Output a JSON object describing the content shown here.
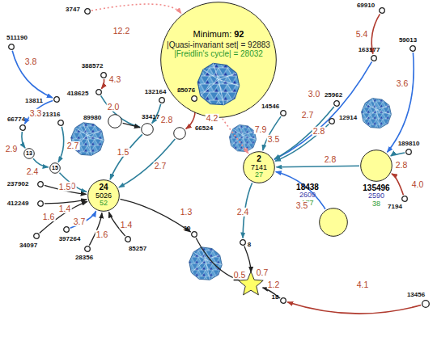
{
  "diagram": {
    "nodes": [
      {
        "text": [
          "3747"
        ]
      },
      {
        "text": [
          "Minimum:",
          "92",
          "|Quasi-invariant set| = 92883",
          "|Freidlin's cycle| = 28032"
        ]
      },
      {
        "text": [
          "69910"
        ]
      },
      {
        "text": [
          "163177"
        ]
      },
      {
        "text": [
          "59013"
        ]
      },
      {
        "text": [
          "511190"
        ]
      },
      {
        "text": [
          "388572"
        ]
      },
      {
        "text": [
          "13811"
        ]
      },
      {
        "text": [
          "418625"
        ]
      },
      {
        "text": [
          "132164"
        ]
      },
      {
        "text": [
          "85076"
        ]
      },
      {
        "text": [
          "14546"
        ]
      },
      {
        "text": [
          "25962"
        ]
      },
      {
        "text": [
          "12914"
        ]
      },
      {
        "text": [
          "89980"
        ]
      },
      {
        "text": [
          "33417"
        ]
      },
      {
        "text": [
          "66774"
        ]
      },
      {
        "text": [
          "321316"
        ]
      },
      {
        "text": [
          "66524"
        ]
      },
      {
        "text": [
          "13"
        ]
      },
      {
        "text": [
          "189810"
        ]
      },
      {
        "text": [
          "2",
          "7141",
          "27"
        ]
      },
      {
        "text": [
          "135496",
          "2590",
          "38"
        ]
      },
      {
        "text": [
          "15"
        ]
      },
      {
        "text": [
          "237902"
        ]
      },
      {
        "text": [
          "24",
          "5026",
          "52"
        ]
      },
      {
        "text": [
          "7194"
        ]
      },
      {
        "text": [
          "412249"
        ]
      },
      {
        "text": [
          "18438",
          "2609",
          "177"
        ]
      },
      {
        "text": [
          "397264"
        ]
      },
      {
        "text": [
          "30"
        ]
      },
      {
        "text": [
          "34097"
        ]
      },
      {
        "text": [
          "85257"
        ]
      },
      {
        "text": [
          "8"
        ]
      },
      {
        "text": [
          "28356"
        ]
      },
      {
        "text": []
      },
      {
        "text": [
          "18"
        ]
      },
      {
        "text": [
          "13456"
        ]
      }
    ],
    "edges": [
      {
        "from": 0,
        "to": 1,
        "label": "12.2",
        "arrow": "to"
      },
      {
        "from": 1,
        "to": 21,
        "label": "7.9",
        "arrow": "to"
      },
      {
        "from": 2,
        "to": 3,
        "label": "5.4",
        "arrow": "to"
      },
      {
        "from": 3,
        "to": 21,
        "label": "3.0",
        "arrow": "to"
      },
      {
        "from": 12,
        "to": 21,
        "label": "2.7",
        "arrow": "to"
      },
      {
        "from": 13,
        "to": 21,
        "label": "2.8",
        "arrow": "to"
      },
      {
        "from": 11,
        "to": 21,
        "label": "3.5",
        "arrow": "to"
      },
      {
        "from": 4,
        "to": 22,
        "label": "3.6",
        "arrow": "to"
      },
      {
        "from": 20,
        "to": 22,
        "label": "2.8",
        "arrow": "to"
      },
      {
        "from": 26,
        "to": 22,
        "label": "4.0",
        "arrow": "to"
      },
      {
        "from": 22,
        "to": 21,
        "label": "2.8",
        "arrow": "to"
      },
      {
        "from": 28,
        "to": 21,
        "label": "3.5",
        "arrow": "to"
      },
      {
        "from": 21,
        "to": 33,
        "label": "2.4",
        "arrow": "to"
      },
      {
        "from": 33,
        "to": 35,
        "label": "0.7",
        "arrow": "to"
      },
      {
        "from": 30,
        "to": 35,
        "label": "0.5",
        "arrow": "to"
      },
      {
        "from": 36,
        "to": 35,
        "label": "1.2",
        "arrow": "to"
      },
      {
        "from": 37,
        "to": 36,
        "label": "4.1",
        "arrow": "to"
      },
      {
        "from": 25,
        "to": 30,
        "label": "1.3",
        "arrow": "to"
      },
      {
        "from": 5,
        "to": 7,
        "label": "3.8",
        "arrow": "to"
      },
      {
        "from": 7,
        "to": 16,
        "label": "3.3",
        "arrow": "to"
      },
      {
        "from": 16,
        "to": 19,
        "label": "2.9",
        "arrow": "to"
      },
      {
        "from": 19,
        "to": 23,
        "label": "2.4",
        "arrow": "to"
      },
      {
        "from": 17,
        "to": 23,
        "label": "2.7",
        "arrow": "to"
      },
      {
        "from": 23,
        "to": 25,
        "label": "2.0",
        "arrow": "to"
      },
      {
        "from": 6,
        "to": 8,
        "label": "4.3",
        "arrow": "to"
      },
      {
        "from": 8,
        "to": 15,
        "label": "2.0",
        "arrow": "to"
      },
      {
        "from": 9,
        "to": 15,
        "label": "2.8",
        "arrow": "to"
      },
      {
        "from": 14,
        "to": 15,
        "arrow": "to"
      },
      {
        "from": 15,
        "to": 25,
        "label": "1.5",
        "arrow": "to"
      },
      {
        "from": 10,
        "to": 18,
        "label": "4.2",
        "arrow": "to"
      },
      {
        "from": 18,
        "to": 25,
        "label": "2.7",
        "arrow": "to"
      },
      {
        "from": 24,
        "to": 25,
        "label": "1.5",
        "arrow": "to"
      },
      {
        "from": 27,
        "to": 25,
        "label": "1.4",
        "arrow": "to"
      },
      {
        "from": 31,
        "to": 25,
        "label": "1.6",
        "arrow": "to"
      },
      {
        "from": 29,
        "to": 25,
        "label": "3.7",
        "arrow": "to"
      },
      {
        "from": 34,
        "to": 25,
        "label": "1.6",
        "arrow": "to"
      },
      {
        "from": 32,
        "to": 25,
        "label": "1.4",
        "arrow": "to"
      }
    ]
  }
}
